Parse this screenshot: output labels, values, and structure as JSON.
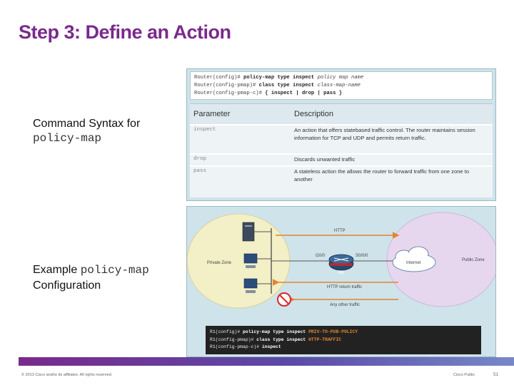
{
  "title": "Step 3: Define an Action",
  "left_labels": {
    "syntax_text": "Command Syntax for",
    "syntax_code": "policy-map",
    "example_text_1": "Example",
    "example_code": "policy-map",
    "example_text_2": "Configuration"
  },
  "syntax": {
    "line1_prefix": "Router(config)#",
    "line1_cmd": "policy-map type inspect",
    "line1_arg": "policy map name",
    "line2_prefix": "Router(config-pmap)#",
    "line2_cmd": "class type inspect",
    "line2_arg": "class-map-name",
    "line3_prefix": "Router(config-pmap-c)#",
    "line3_rest": "{ inspect | drop | pass }"
  },
  "param_table": {
    "header_param": "Parameter",
    "header_desc": "Description",
    "rows": [
      {
        "param": "inspect",
        "desc": "An action that offers statebased traffic control. The router maintains session information for TCP and UDP and permits return traffic."
      },
      {
        "param": "drop",
        "desc": "Discards unwanted traffic"
      },
      {
        "param": "pass",
        "desc": "A stateless action the allows the router to forward traffic from one zone to another"
      }
    ]
  },
  "diagram": {
    "private_zone": "Private Zone",
    "public_zone": "Public Zone",
    "internet": "Internet",
    "router": "R1",
    "g00": "G0/0",
    "s000": "S0/0/0",
    "http": "HTTP",
    "http_return": "HTTP return traffic",
    "any_other": "Any other traffic"
  },
  "cli": {
    "line1_prefix": "R1(config)#",
    "line1_cmd": "policy-map type inspect",
    "line1_name": "PRIV-TO-PUB-POLICY",
    "line2_prefix": "R1(config-pmap)#",
    "line2_cmd": "class type inspect",
    "line2_name": "HTTP-TRAFFIC",
    "line3_prefix": "R1(config-pmap-c)#",
    "line3_cmd": "inspect"
  },
  "footer": {
    "copyright": "© 2013 Cisco and/or its affiliates. All rights reserved.",
    "classification": "Cisco Public",
    "page": "51"
  },
  "colors": {
    "title": "#7a2a8c",
    "panel_bg": "#cfe3ea",
    "private_zone": "#f3efc6",
    "public_zone": "#e6d7ef",
    "drop_sign": "#d8282d",
    "cli_highlight": "#e0862e"
  }
}
